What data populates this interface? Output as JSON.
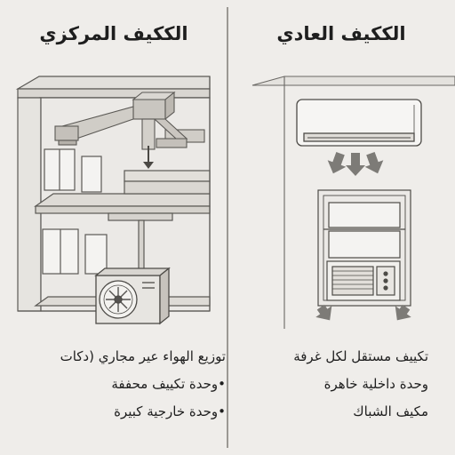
{
  "colors": {
    "background": "#efedea",
    "line": "#5b5955",
    "text": "#1e1e1e"
  },
  "left_panel": {
    "title": "الككيف المركزي",
    "bullets": [
      "توزيع الهواء عير مجاري (دكات",
      "•وحدة تكييف محففة",
      "•وحدة خارجية كبيرة"
    ],
    "illustration": {
      "building-icon": "building",
      "duct-icon": "air-duct",
      "outdoor-unit-icon": "outdoor-ac-unit-fan"
    }
  },
  "right_panel": {
    "title": "الككيف العادي",
    "bullets": [
      "تكييف مستقل لكل غرفة",
      "وحدة داخلية خاهرة",
      "مكيف الشباك"
    ],
    "illustration": {
      "split-ac-icon": "wall-split-ac",
      "window-ac-icon": "window-ac"
    }
  }
}
